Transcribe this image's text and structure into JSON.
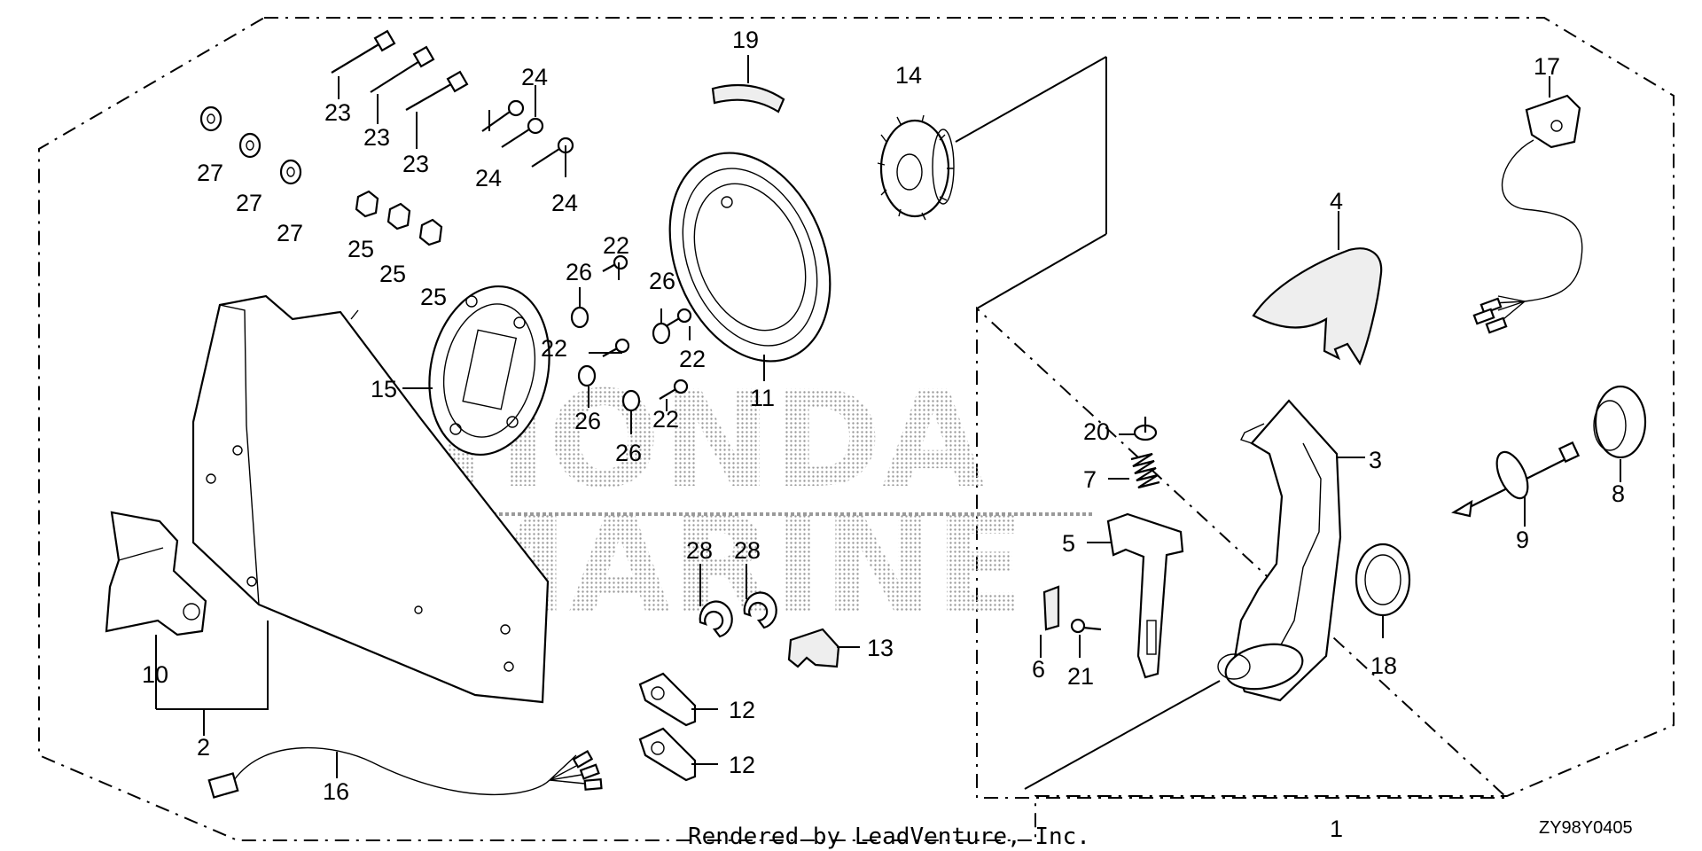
{
  "diagram": {
    "watermark_line1": "HONDA",
    "watermark_line2": "MARINE",
    "credit": "Rendered by LeadVenture, Inc.",
    "diagram_code": "ZY98Y0405",
    "callouts": {
      "c1": "1",
      "c2": "2",
      "c3": "3",
      "c4": "4",
      "c5": "5",
      "c6": "6",
      "c7": "7",
      "c8": "8",
      "c9": "9",
      "c10": "10",
      "c11": "11",
      "c12a": "12",
      "c12b": "12",
      "c13": "13",
      "c14": "14",
      "c15": "15",
      "c16": "16",
      "c17": "17",
      "c18": "18",
      "c19": "19",
      "c20": "20",
      "c21": "21",
      "c22a": "22",
      "c22b": "22",
      "c22c": "22",
      "c22d": "22",
      "c23a": "23",
      "c23b": "23",
      "c23c": "23",
      "c24a": "24",
      "c24b": "24",
      "c24c": "24",
      "c25a": "25",
      "c25b": "25",
      "c25c": "25",
      "c26a": "26",
      "c26b": "26",
      "c26c": "26",
      "c26d": "26",
      "c27a": "27",
      "c27b": "27",
      "c27c": "27",
      "c28a": "28",
      "c28b": "28"
    }
  }
}
